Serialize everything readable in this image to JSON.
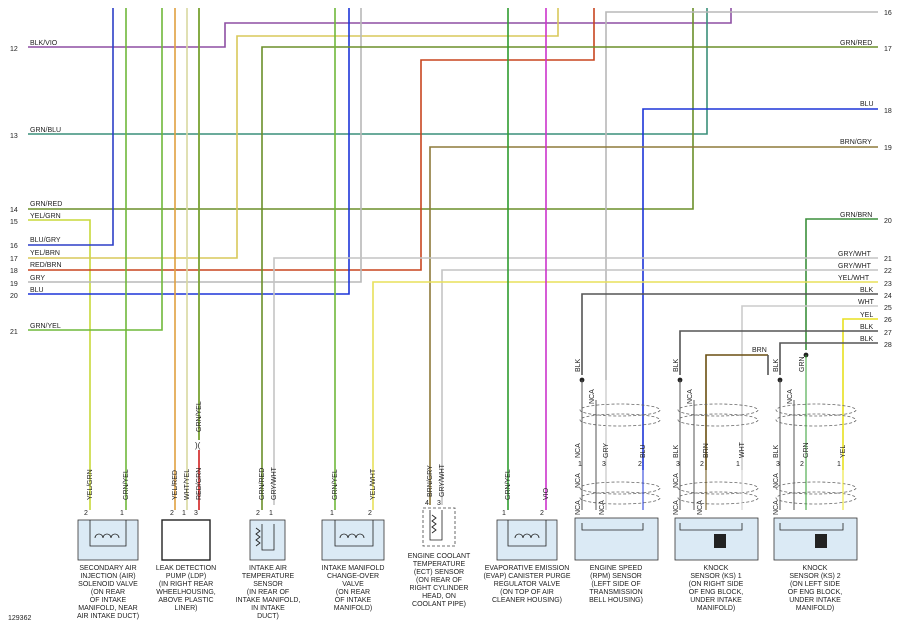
{
  "diagram_id": "129362",
  "colors": {
    "BLK/VIO": "#8e4fa3",
    "GRN/BLU": "#3a8f7a",
    "GRN/RED": "#6b8f2a",
    "YEL/GRN": "#c8d83a",
    "BLU/GRY": "#2d3fc7",
    "YEL/BRN": "#d8c85a",
    "RED/BRN": "#c8451f",
    "GRY": "#b8b8b8",
    "BLU": "#1d35d8",
    "GRN/YEL": "#6fb83a",
    "BRN/GRY": "#8d7a3a",
    "GRN/BRN": "#3b8f3b",
    "GRY/WHT": "#c4c4c4",
    "YEL/WHT": "#e8e05a",
    "BLK": "#555555",
    "WHT": "#cccccc",
    "YEL": "#e8e020",
    "BRN": "#6a4f10",
    "GRN": "#2f9d2f",
    "VIO": "#cc33cc",
    "YEL/RED": "#e0a040",
    "WHT/YEL": "#d8d8a0",
    "RED": "#d02020"
  },
  "left_wires": [
    {
      "pin": "12",
      "label": "BLK/VIO"
    },
    {
      "pin": "13",
      "label": "GRN/BLU"
    },
    {
      "pin": "14",
      "label": "GRN/RED"
    },
    {
      "pin": "15",
      "label": "YEL/GRN"
    },
    {
      "pin": "16",
      "label": "BLU/GRY"
    },
    {
      "pin": "17",
      "label": "YEL/BRN"
    },
    {
      "pin": "18",
      "label": "RED/BRN"
    },
    {
      "pin": "19",
      "label": "GRY"
    },
    {
      "pin": "20",
      "label": "BLU"
    },
    {
      "pin": "21",
      "label": "GRN/YEL"
    }
  ],
  "right_wires": [
    {
      "pin": "16",
      "label": ""
    },
    {
      "pin": "17",
      "label": "GRN/RED"
    },
    {
      "pin": "18",
      "label": "BLU"
    },
    {
      "pin": "19",
      "label": "BRN/GRY"
    },
    {
      "pin": "20",
      "label": "GRN/BRN"
    },
    {
      "pin": "21",
      "label": "GRY/WHT"
    },
    {
      "pin": "22",
      "label": "GRY/WHT"
    },
    {
      "pin": "23",
      "label": "YEL/WHT"
    },
    {
      "pin": "24",
      "label": "BLK"
    },
    {
      "pin": "25",
      "label": "WHT"
    },
    {
      "pin": "26",
      "label": "YEL"
    },
    {
      "pin": "27",
      "label": "BLK"
    },
    {
      "pin": "28",
      "label": "BLK"
    }
  ],
  "components": [
    {
      "id": "air",
      "lines": [
        "SECONDARY AIR",
        "INJECTION (AIR)",
        "SOLENOID VALVE",
        "(ON REAR",
        "OF INTAKE",
        "MANIFOLD, NEAR",
        "AIR INTAKE DUCT)"
      ],
      "pins": [
        {
          "n": "2",
          "wire": "YEL/GRN"
        },
        {
          "n": "1",
          "wire": "GRN/YEL"
        }
      ]
    },
    {
      "id": "ldp",
      "lines": [
        "LEAK DETECTION",
        "PUMP (LDP)",
        "(IN RIGHT REAR",
        "WHEELHOUSING,",
        "ABOVE PLASTIC",
        "LINER)"
      ],
      "pins": [
        {
          "n": "2",
          "wire": "YEL/RED"
        },
        {
          "n": "1",
          "wire": "WHT/YEL"
        },
        {
          "n": "3",
          "wire": "RED/GRN"
        },
        {
          "n": "",
          "wire": "GRN/YEL"
        }
      ]
    },
    {
      "id": "iat",
      "lines": [
        "INTAKE AIR",
        "TEMPERATURE",
        "SENSOR",
        "(IN REAR OF",
        "INTAKE MANIFOLD,",
        "IN INTAKE",
        "DUCT)"
      ],
      "pins": [
        {
          "n": "2",
          "wire": "GRN/RED"
        },
        {
          "n": "1",
          "wire": "GRY/WHT"
        }
      ]
    },
    {
      "id": "imc",
      "lines": [
        "INTAKE MANIFOLD",
        "CHANGE-OVER",
        "VALVE",
        "(ON REAR",
        "OF INTAKE",
        "MANIFOLD)"
      ],
      "pins": [
        {
          "n": "1",
          "wire": "GRN/YEL"
        },
        {
          "n": "2",
          "wire": "YEL/WHT"
        }
      ]
    },
    {
      "id": "ect",
      "lines": [
        "ENGINE COOLANT",
        "TEMPERATURE",
        "(ECT) SENSOR",
        "(ON REAR OF",
        "RIGHT CYLINDER",
        "HEAD, ON",
        "COOLANT PIPE)"
      ],
      "pins": [
        {
          "n": "4",
          "wire": "BRN/GRY"
        },
        {
          "n": "3",
          "wire": "GRY/WHT"
        }
      ]
    },
    {
      "id": "evap",
      "lines": [
        "EVAPORATIVE EMISSION",
        "(EVAP) CANISTER PURGE",
        "REGULATOR VALVE",
        "(ON TOP OF AIR",
        "CLEANER HOUSING)"
      ],
      "pins": [
        {
          "n": "1",
          "wire": "GRN/YEL"
        },
        {
          "n": "2",
          "wire": "VIO"
        }
      ]
    },
    {
      "id": "rpm",
      "lines": [
        "ENGINE SPEED",
        "(RPM) SENSOR",
        "(LEFT SIDE OF",
        "TRANSMISSION",
        "BELL HOUSING)"
      ],
      "pins": [
        {
          "n": "1",
          "wire": "NCA"
        },
        {
          "n": "3",
          "wire": "GRY"
        },
        {
          "n": "2",
          "wire": "BLU"
        }
      ],
      "upper": [
        "BLK",
        "NCA"
      ],
      "lower": [
        "NCA",
        "NCA",
        "NCA"
      ]
    },
    {
      "id": "ks1",
      "lines": [
        "KNOCK",
        "SENSOR (KS) 1",
        "(ON RIGHT SIDE",
        "OF ENG BLOCK,",
        "UNDER INTAKE",
        "MANIFOLD)"
      ],
      "pins": [
        {
          "n": "3",
          "wire": "BLK"
        },
        {
          "n": "2",
          "wire": "BRN"
        },
        {
          "n": "1",
          "wire": "WHT"
        }
      ],
      "upper": [
        "BLK",
        "NCA"
      ],
      "lower": [
        "NCA",
        "NCA",
        "NCA"
      ]
    },
    {
      "id": "ks2",
      "lines": [
        "KNOCK",
        "SENSOR (KS) 2",
        "(ON LEFT SIDE",
        "OF ENG BLOCK,",
        "UNDER INTAKE",
        "MANIFOLD)"
      ],
      "pins": [
        {
          "n": "3",
          "wire": "GRN"
        },
        {
          "n": "2",
          "wire": "BLK"
        },
        {
          "n": "1",
          "wire": "YEL"
        }
      ],
      "upper": [
        "BLK",
        "GRN"
      ],
      "lower": [
        "NCA",
        "NCA",
        "NCA"
      ]
    }
  ],
  "upper_wire_labels": [
    "BRN"
  ]
}
